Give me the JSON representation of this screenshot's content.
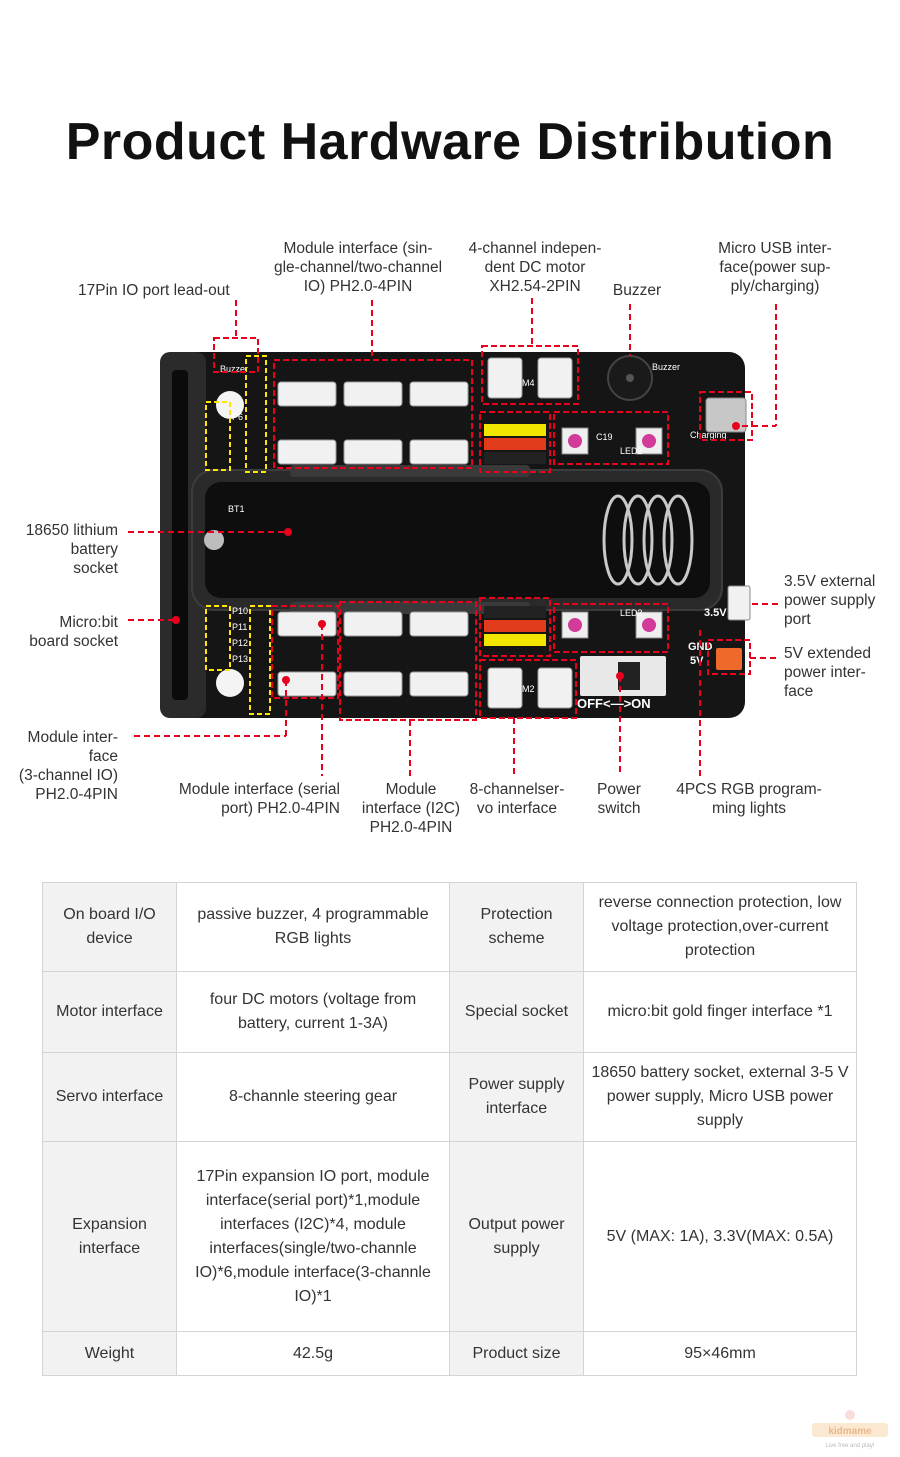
{
  "title": "Product Hardware Distribution",
  "board": {
    "silk": {
      "buzzer_top": "Buzzer",
      "buzzer_right": "Buzzer",
      "m4": "M4",
      "m2": "M2",
      "led2": "LED2",
      "led3": "LED3",
      "c19": "C19",
      "bt1": "BT1",
      "charging": "Charging",
      "v35": "3.5V",
      "gnd": "GND",
      "v5": "5V",
      "switch": "OFF<—>ON",
      "p6": "P6",
      "p10": "P10",
      "p11": "P11",
      "p12": "P12",
      "p13": "P13"
    }
  },
  "labels": {
    "io_lead": "17Pin IO port lead-out",
    "module_single": "Module interface (sin-\ngle-channel/two-channel\nIO) PH2.0-4PIN",
    "dc_motor": "4-channel indepen-\ndent DC motor\nXH2.54-2PIN",
    "buzzer": "Buzzer",
    "usb": "Micro USB inter-\nface(power sup-\nply/charging)",
    "battery": "18650 lithium\nbattery\nsocket",
    "microbit": "Micro:bit\nboard socket",
    "ext35": "3.5V external\npower supply\nport",
    "ext5": "5V extended\npower inter-\nface",
    "module3": "Module inter-\nface\n(3-channel IO)\nPH2.0-4PIN",
    "serial": "Module interface (serial\nport) PH2.0-4PIN",
    "i2c": "Module\ninterface (I2C)\nPH2.0-4PIN",
    "servo": "8-channelser-\nvo interface",
    "power_switch": "Power\nswitch",
    "rgb": "4PCS RGB program-\nming lights"
  },
  "specs": {
    "rows": [
      {
        "k1": "On board I/O device",
        "v1": "passive buzzer, 4 programmable RGB lights",
        "k2": "Protection scheme",
        "v2": "reverse connection protection, low voltage protection,over-current protection"
      },
      {
        "k1": "Motor interface",
        "v1": "four DC motors (voltage from battery, current 1-3A)",
        "k2": "Special socket",
        "v2": "micro:bit gold finger interface *1"
      },
      {
        "k1": "Servo interface",
        "v1": "8-channle steering gear",
        "k2": "Power supply interface",
        "v2": "18650 battery socket, external 3-5 V power supply, Micro USB power supply"
      },
      {
        "k1": "Expansion interface",
        "v1": "17Pin expansion IO port, module interface(serial port)*1,module interfaces (I2C)*4, module interfaces(single/two-channle IO)*6,module interface(3-channle IO)*1",
        "k2": "Output power supply",
        "v2": "5V (MAX: 1A), 3.3V(MAX: 0.5A)"
      },
      {
        "k1": "Weight",
        "v1": "42.5g",
        "k2": "Product size",
        "v2": "95×46mm"
      }
    ]
  },
  "watermark": {
    "name": "kidmame",
    "slogan": "Live free and play!"
  },
  "colors": {
    "annotation": "#e8001c",
    "highlight": "#ffe600",
    "board": "#151515",
    "socket": "#2b2b2b"
  }
}
